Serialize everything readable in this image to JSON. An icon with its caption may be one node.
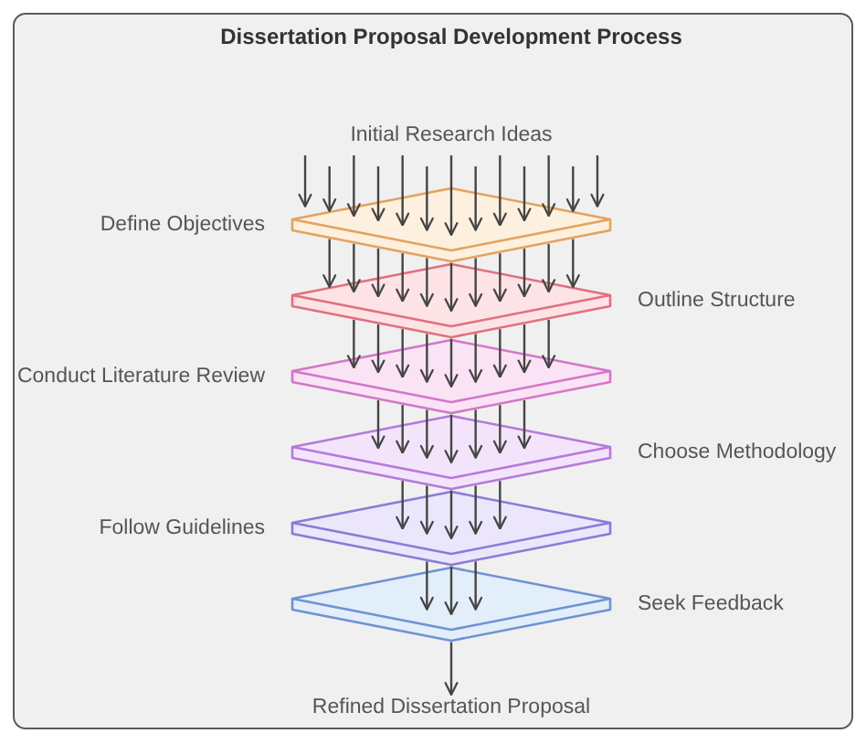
{
  "diagram": {
    "title": "Dissertation Proposal Development Process",
    "nodes": [
      {
        "text": [
          "Initial Research Ideas"
        ]
      },
      {
        "text": [
          "Define Objectives"
        ]
      },
      {
        "text": [
          "Outline Structure"
        ]
      },
      {
        "text": [
          "Conduct Literature Review"
        ]
      },
      {
        "text": [
          "Choose Methodology"
        ]
      },
      {
        "text": [
          "Follow Guidelines"
        ]
      },
      {
        "text": [
          "Seek Feedback"
        ]
      },
      {
        "text": [
          "Refined Dissertation Proposal"
        ]
      }
    ],
    "edges": [
      {
        "from": 0,
        "to": 1,
        "arrow": "to"
      },
      {
        "from": 0,
        "to": 1,
        "arrow": "to"
      },
      {
        "from": 0,
        "to": 1,
        "arrow": "to"
      },
      {
        "from": 0,
        "to": 1,
        "arrow": "to"
      },
      {
        "from": 0,
        "to": 1,
        "arrow": "to"
      },
      {
        "from": 0,
        "to": 1,
        "arrow": "to"
      },
      {
        "from": 0,
        "to": 1,
        "arrow": "to"
      },
      {
        "from": 0,
        "to": 1,
        "arrow": "to"
      },
      {
        "from": 0,
        "to": 1,
        "arrow": "to"
      },
      {
        "from": 0,
        "to": 1,
        "arrow": "to"
      },
      {
        "from": 0,
        "to": 1,
        "arrow": "to"
      },
      {
        "from": 0,
        "to": 1,
        "arrow": "to"
      },
      {
        "from": 0,
        "to": 1,
        "arrow": "to"
      },
      {
        "from": 1,
        "to": 2,
        "arrow": "to"
      },
      {
        "from": 1,
        "to": 2,
        "arrow": "to"
      },
      {
        "from": 1,
        "to": 2,
        "arrow": "to"
      },
      {
        "from": 1,
        "to": 2,
        "arrow": "to"
      },
      {
        "from": 1,
        "to": 2,
        "arrow": "to"
      },
      {
        "from": 1,
        "to": 2,
        "arrow": "to"
      },
      {
        "from": 1,
        "to": 2,
        "arrow": "to"
      },
      {
        "from": 1,
        "to": 2,
        "arrow": "to"
      },
      {
        "from": 1,
        "to": 2,
        "arrow": "to"
      },
      {
        "from": 1,
        "to": 2,
        "arrow": "to"
      },
      {
        "from": 1,
        "to": 2,
        "arrow": "to"
      },
      {
        "from": 2,
        "to": 3,
        "arrow": "to"
      },
      {
        "from": 2,
        "to": 3,
        "arrow": "to"
      },
      {
        "from": 2,
        "to": 3,
        "arrow": "to"
      },
      {
        "from": 2,
        "to": 3,
        "arrow": "to"
      },
      {
        "from": 2,
        "to": 3,
        "arrow": "to"
      },
      {
        "from": 2,
        "to": 3,
        "arrow": "to"
      },
      {
        "from": 2,
        "to": 3,
        "arrow": "to"
      },
      {
        "from": 2,
        "to": 3,
        "arrow": "to"
      },
      {
        "from": 2,
        "to": 3,
        "arrow": "to"
      },
      {
        "from": 3,
        "to": 4,
        "arrow": "to"
      },
      {
        "from": 3,
        "to": 4,
        "arrow": "to"
      },
      {
        "from": 3,
        "to": 4,
        "arrow": "to"
      },
      {
        "from": 3,
        "to": 4,
        "arrow": "to"
      },
      {
        "from": 3,
        "to": 4,
        "arrow": "to"
      },
      {
        "from": 3,
        "to": 4,
        "arrow": "to"
      },
      {
        "from": 3,
        "to": 4,
        "arrow": "to"
      },
      {
        "from": 4,
        "to": 5,
        "arrow": "to"
      },
      {
        "from": 4,
        "to": 5,
        "arrow": "to"
      },
      {
        "from": 4,
        "to": 5,
        "arrow": "to"
      },
      {
        "from": 4,
        "to": 5,
        "arrow": "to"
      },
      {
        "from": 4,
        "to": 5,
        "arrow": "to"
      },
      {
        "from": 5,
        "to": 6,
        "arrow": "to"
      },
      {
        "from": 5,
        "to": 6,
        "arrow": "to"
      },
      {
        "from": 5,
        "to": 6,
        "arrow": "to"
      },
      {
        "from": 6,
        "to": 7,
        "arrow": "to"
      }
    ]
  }
}
